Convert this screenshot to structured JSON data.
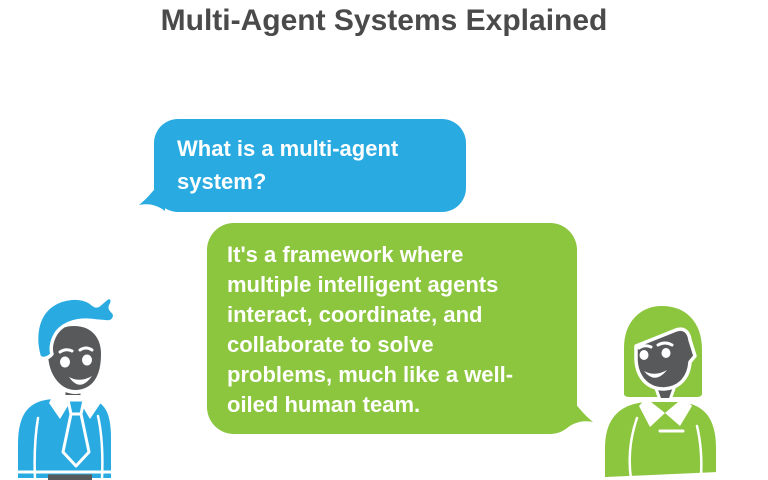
{
  "title": {
    "text": "Multi-Agent Systems Explained"
  },
  "conversation": {
    "question": {
      "speaker": "man",
      "text": "What is a multi-agent\nsystem?"
    },
    "answer": {
      "speaker": "woman",
      "text": "It's a framework where\nmultiple intelligent agents\ninteract, coordinate, and\ncollaborate to solve\nproblems, much like a well-\noiled human team."
    }
  },
  "figures": {
    "man": {
      "icon": "man-avatar",
      "description": "man with blue hair, blue shirt and tie"
    },
    "woman": {
      "icon": "woman-avatar",
      "description": "woman with green bob hair and green top"
    }
  },
  "colors": {
    "blue": "#29ABE2",
    "green": "#8CC63F",
    "dark_text": "#4A4A4A",
    "figure_gray": "#58595B",
    "white": "#FFFFFF"
  }
}
